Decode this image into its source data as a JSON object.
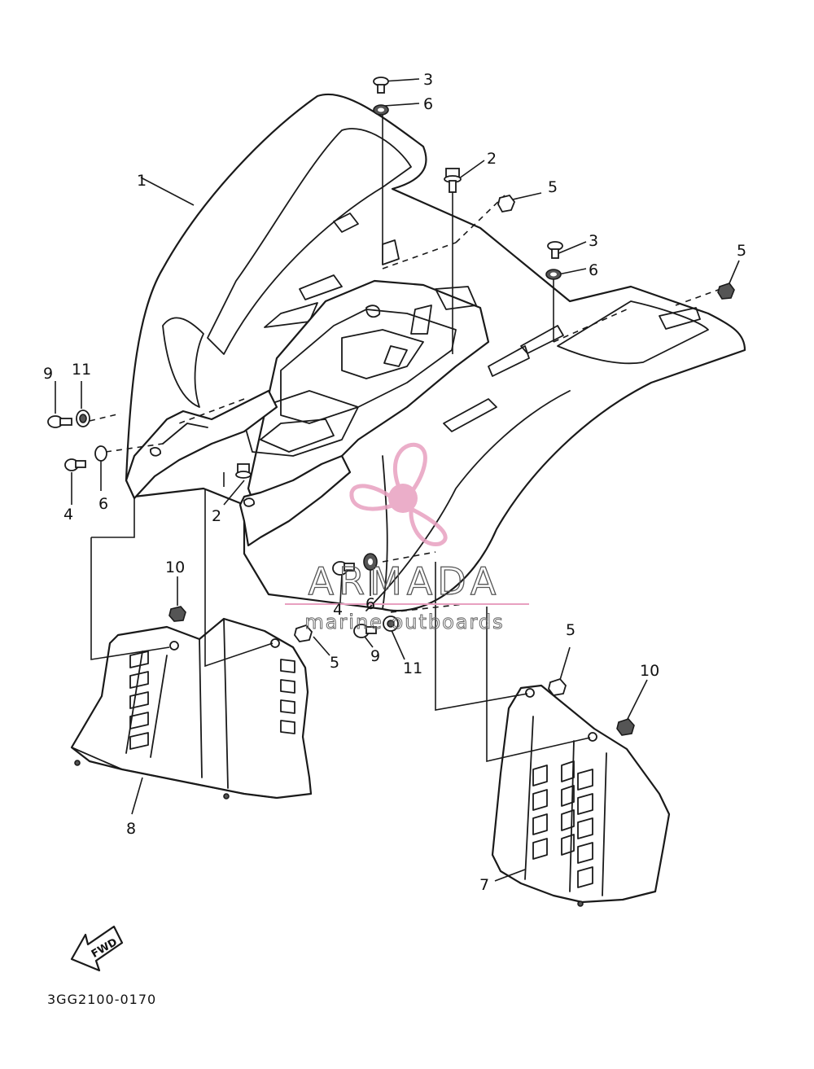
{
  "diagram": {
    "part_numbers": {
      "p1": "1",
      "p2a": "2",
      "p2b": "2",
      "p3a": "3",
      "p3b": "3",
      "p4a": "4",
      "p4b": "4",
      "p5a": "5",
      "p5b": "5",
      "p5c": "5",
      "p5d": "5",
      "p6a": "6",
      "p6b": "6",
      "p6c": "6",
      "p6d": "6",
      "p7": "7",
      "p8": "8",
      "p9a": "9",
      "p9b": "9",
      "p10a": "10",
      "p10b": "10",
      "p11a": "11",
      "p11b": "11"
    },
    "direction_marker": "FWD",
    "drawing_code": "3GG2100-0170"
  },
  "watermark": {
    "brand": "ARMADA",
    "tagline": "marine outboards",
    "accent_color": "#e8a0c0",
    "logo": "propeller-logo"
  }
}
